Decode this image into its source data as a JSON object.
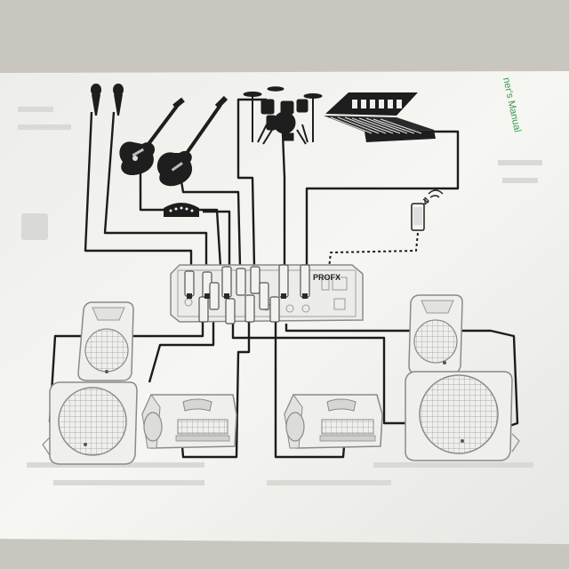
{
  "page": {
    "header_text": "ner's Manual",
    "mixer_logo": "PROFX",
    "header_text_color": "#3a9a4a"
  },
  "colors": {
    "paper": "#f4f4f1",
    "background": "#c9c6c0",
    "cable": "#1c1c1c",
    "device_outline": "#8a8a8a",
    "device_fill": "#ececea",
    "icon_dark": "#1e1e1e"
  },
  "components": {
    "inputs": [
      "microphone-1",
      "microphone-2",
      "electric-guitar",
      "bass-guitar",
      "acoustic-pickup",
      "drum-kit",
      "synthesizer",
      "smartphone"
    ],
    "mixer": "mixer",
    "outputs": [
      "main-speaker-left-top",
      "main-speaker-left-bottom",
      "stage-monitor-left",
      "stage-monitor-right",
      "main-speaker-right-top",
      "main-speaker-right-bottom"
    ]
  }
}
